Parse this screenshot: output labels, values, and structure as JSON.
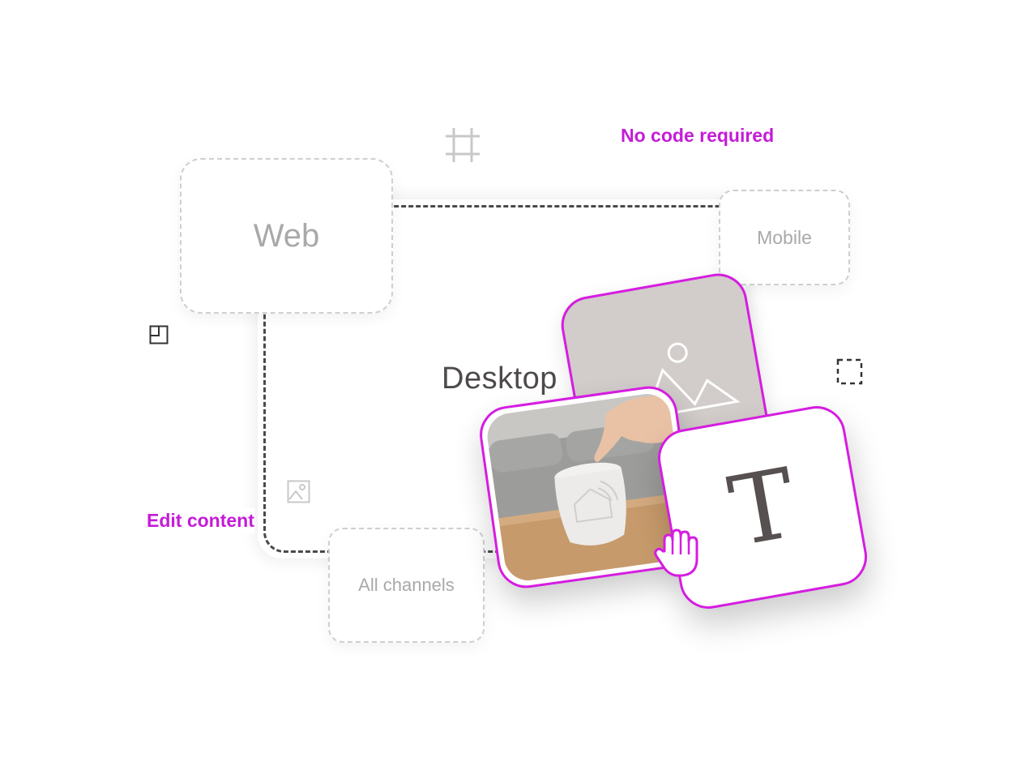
{
  "labels": {
    "no_code": "No code required",
    "web": "Web",
    "mobile": "Mobile",
    "desktop": "Desktop",
    "edit_content": "Edit content",
    "all_channels": "All channels",
    "text_glyph": "T"
  },
  "icons": [
    "frame-icon",
    "layout-icon",
    "image-icon",
    "selection-icon",
    "landscape-icon",
    "hand-cursor-icon"
  ],
  "colors": {
    "accent": "#c51bd8",
    "card_border": "#d51de0",
    "connector": "#4a4a4a",
    "ghost_border": "#cfcfcf",
    "ghost_text": "#a9a9a9"
  }
}
